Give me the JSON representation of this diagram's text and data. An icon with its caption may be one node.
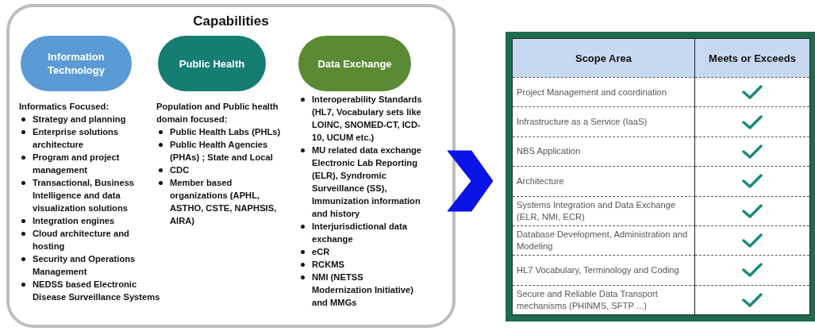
{
  "diagram": {
    "nodes": [
      {
        "text": [
          "Capabilities"
        ]
      },
      {
        "text": [
          "Information Technology"
        ],
        "in": 0,
        "beside": [
          "Informatics Focused:",
          "Strategy and planning",
          "Enterprise solutions architecture",
          "Program and project management",
          "Transactional, Business Intelligence and data visualization solutions",
          "Integration engines",
          "Cloud architecture and hosting",
          "Security and Operations Management",
          "NEDSS based Electronic Disease Surveillance Systems"
        ]
      },
      {
        "text": [
          "Public Health"
        ],
        "in": 0,
        "beside": [
          "Population and Public health domain focused:",
          "Public Health Labs (PHLs)",
          "Public Health  Agencies (PHAs) ; State and Local",
          "CDC",
          "Member based organizations (APHL, ASTHO, CSTE, NAPHSIS, AIRA)"
        ]
      },
      {
        "text": [
          "Data Exchange"
        ],
        "in": 0,
        "beside": [
          "Interoperability Standards (HL7, Vocabulary sets like LOINC, SNOMED-CT, ICD-10, UCUM etc.)",
          "MU related data exchange Electronic Lab Reporting (ELR), Syndromic Surveillance (SS), Immunization information and history",
          "Interjurisdictional data exchange",
          "eCR",
          "RCKMS",
          "NMI (NETSS Modernization Initiative) and MMGs"
        ]
      },
      {
        "text": [],
        "shape": "box"
      }
    ],
    "edges": [
      {
        "from": 0,
        "to": 4,
        "arrow": "to",
        "color": "#0a14e6"
      }
    ],
    "labels": [
      "Scope Area",
      "Meets or Exceeds",
      "Project Management and coordination",
      "Infrastructure as a Service (IaaS)",
      "NBS Application",
      "Architecture",
      "Systems Integration and Data Exchange (ELR, NMI, ECR)",
      "Database Development, Administration and Modeling",
      "HL7 Vocabulary, Terminology and Coding",
      "Secure and Reliable Data Transport mechanisms (PHINMS, SFTP ...)"
    ]
  }
}
